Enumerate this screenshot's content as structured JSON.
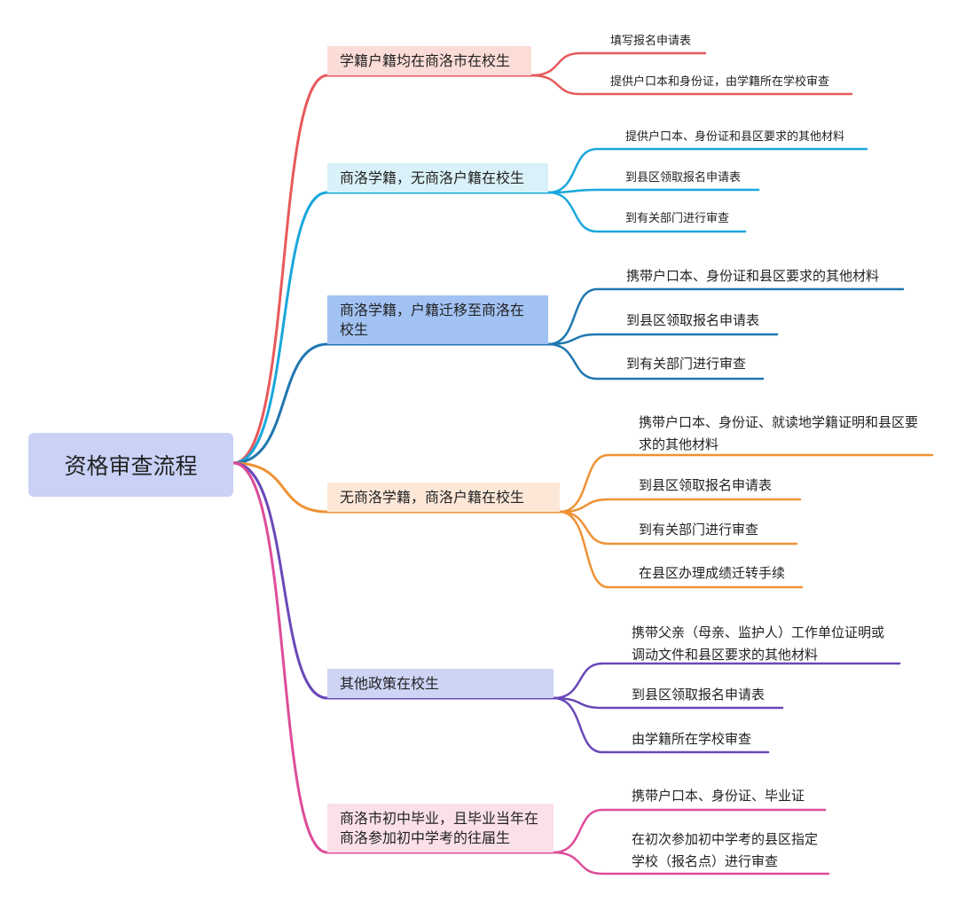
{
  "root": {
    "label": "资格审查流程"
  },
  "branches": [
    {
      "label": "学籍户籍均在商洛市在校生",
      "color": "#e8595b",
      "fill": "#fbdcd6",
      "items": [
        "填写报名申请表",
        "提供户口本和身份证，由学籍所在学校审查"
      ]
    },
    {
      "label": "商洛学籍，无商洛户籍在校生",
      "color": "#1aa7dc",
      "fill": "#d9f1f8",
      "items": [
        "提供户口本、身份证和县区要求的其他材料",
        "到县区领取报名申请表",
        "到有关部门进行审查"
      ]
    },
    {
      "label": "商洛学籍，户籍迁移至商洛在校生",
      "color": "#1f77b0",
      "fill": "#a2c2f3",
      "items": [
        "携带户口本、身份证和县区要求的其他材料",
        "到县区领取报名申请表",
        "到有关部门进行审查"
      ]
    },
    {
      "label": "无商洛学籍，商洛户籍在校生",
      "color": "#ee9235",
      "fill": "#fde8d8",
      "items": [
        "携带户口本、身份证、就读地学籍证明和县区要求的其他材料",
        "到县区领取报名申请表",
        "到有关部门进行审查",
        "在县区办理成绩迁转手续"
      ]
    },
    {
      "label": "其他政策在校生",
      "color": "#6a48b8",
      "fill": "#cdd4f4",
      "items": [
        "携带父亲（母亲、监护人）工作单位证明或调动文件和县区要求的其他材料",
        "到县区领取报名申请表",
        "由学籍所在学校审查"
      ]
    },
    {
      "label": "商洛市初中毕业，且毕业当年在商洛参加初中学考的往届生",
      "color": "#dd4d9a",
      "fill": "#fbe0ea",
      "items": [
        "携带户口本、身份证、毕业证",
        "在初次参加初中学考的县区指定学校（报名点）进行审查"
      ]
    }
  ]
}
